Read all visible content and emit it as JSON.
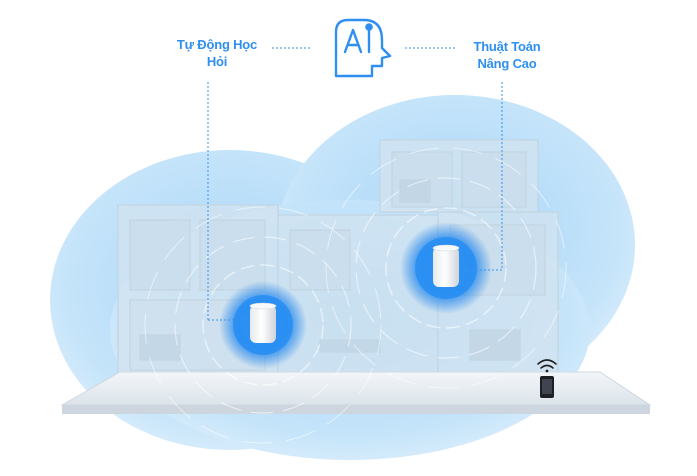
{
  "features": [
    {
      "line1": "Tự Động Học",
      "line2": "Hỏi",
      "icon": "ai-learning-icon"
    },
    {
      "line1": "Thuật Toán",
      "line2": "Nâng Cao",
      "icon": "ai-learning-icon"
    }
  ],
  "icons": [
    "ai-learning-icon",
    "mesh-router-icon",
    "wifi-signal-icon",
    "smartphone-icon"
  ],
  "colors": {
    "accent": "#2f8ff0",
    "coverage": "#bfe0f8",
    "router_halo": "#1f8ef2",
    "house": "#d9e5ee"
  }
}
